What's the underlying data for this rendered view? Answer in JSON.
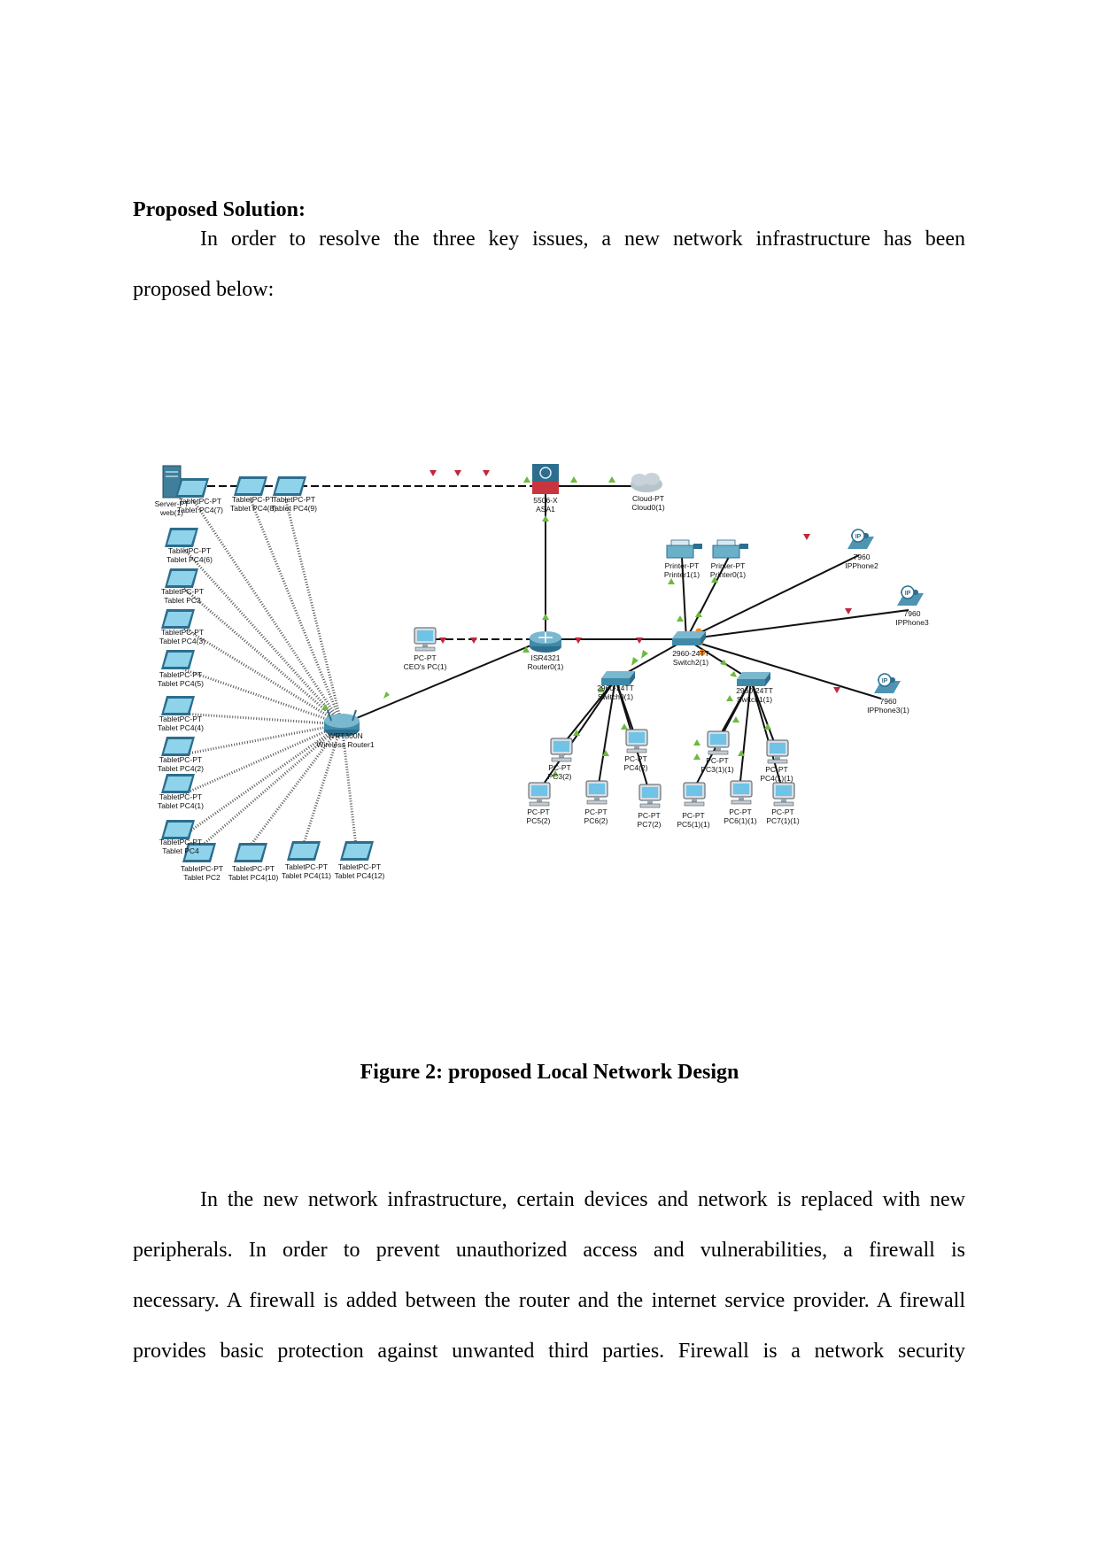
{
  "heading": "Proposed Solution:",
  "intro": {
    "line1": "In order to resolve the three key issues, a new network infrastructure has been",
    "line2": "proposed below:"
  },
  "figure": {
    "caption": "Figure 2: proposed Local Network Design",
    "devices": {
      "server": [
        "Server-PT",
        "web(1)"
      ],
      "firewall": [
        "5506-X",
        "ASA1"
      ],
      "cloud": [
        "Cloud-PT",
        "Cloud0(1)"
      ],
      "printer1": [
        "Printer-PT",
        "Printer1(1)"
      ],
      "printer0": [
        "Printer-PT",
        "Printer0(1)"
      ],
      "phone2": [
        "7960",
        "IPPhone2"
      ],
      "phone3": [
        "7960",
        "IPPhone3"
      ],
      "phone31": [
        "7960",
        "IPPhone3(1)"
      ],
      "ceo": [
        "PC-PT",
        "CEO's PC(1)"
      ],
      "router": [
        "ISR4321",
        "Router0(1)"
      ],
      "switch2": [
        "2960-24TT",
        "Switch2(1)"
      ],
      "switch0": [
        "2960-24TT",
        "Switch0(1)"
      ],
      "switch1": [
        "2960-24TT",
        "Switch1(1)"
      ],
      "wireless": [
        "WRT300N",
        "Wireless Router1"
      ],
      "pcs": [
        [
          "PC-PT",
          "PC3(2)"
        ],
        [
          "PC-PT",
          "PC4(2)"
        ],
        [
          "PC-PT",
          "PC5(2)"
        ],
        [
          "PC-PT",
          "PC6(2)"
        ],
        [
          "PC-PT",
          "PC7(2)"
        ],
        [
          "PC-PT",
          "PC3(1)(1)"
        ],
        [
          "PC-PT",
          "PC4(1)(1)"
        ],
        [
          "PC-PT",
          "PC5(1)(1)"
        ],
        [
          "PC-PT",
          "PC6(1)(1)"
        ],
        [
          "PC-PT",
          "PC7(1)(1)"
        ]
      ],
      "tablets": [
        [
          "TabletPC-PT",
          "Tablet PC4(7)"
        ],
        [
          "TabletPC-PT",
          "Tablet PC4(8)"
        ],
        [
          "TabletPC-PT",
          "Tablet PC4(9)"
        ],
        [
          "TabletPC-PT",
          "Tablet PC4(6)"
        ],
        [
          "TabletPC-PT",
          "Tablet PC3"
        ],
        [
          "TabletPC-PT",
          "Tablet PC4(3)"
        ],
        [
          "TabletPC-PT",
          "Tablet PC4(5)"
        ],
        [
          "TabletPC-PT",
          "Tablet PC4(4)"
        ],
        [
          "TabletPC-PT",
          "Tablet PC4(2)"
        ],
        [
          "TabletPC-PT",
          "Tablet PC4(1)"
        ],
        [
          "TabletPC-PT",
          "Tablet PC4"
        ],
        [
          "TabletPC-PT",
          "Tablet PC2"
        ],
        [
          "TabletPC-PT",
          "Tablet PC4(10)"
        ],
        [
          "TabletPC-PT",
          "Tablet PC4(11)"
        ],
        [
          "TabletPC-PT",
          "Tablet PC4(12)"
        ]
      ]
    }
  },
  "body": {
    "line1": "In the new network infrastructure, certain devices and network is replaced with new",
    "line2": "peripherals. In order to prevent unauthorized access and vulnerabilities, a firewall is",
    "line3": "necessary. A firewall is added between the router and the internet service provider. A firewall",
    "line4": "provides basic protection against unwanted third parties. Firewall is a network security"
  }
}
